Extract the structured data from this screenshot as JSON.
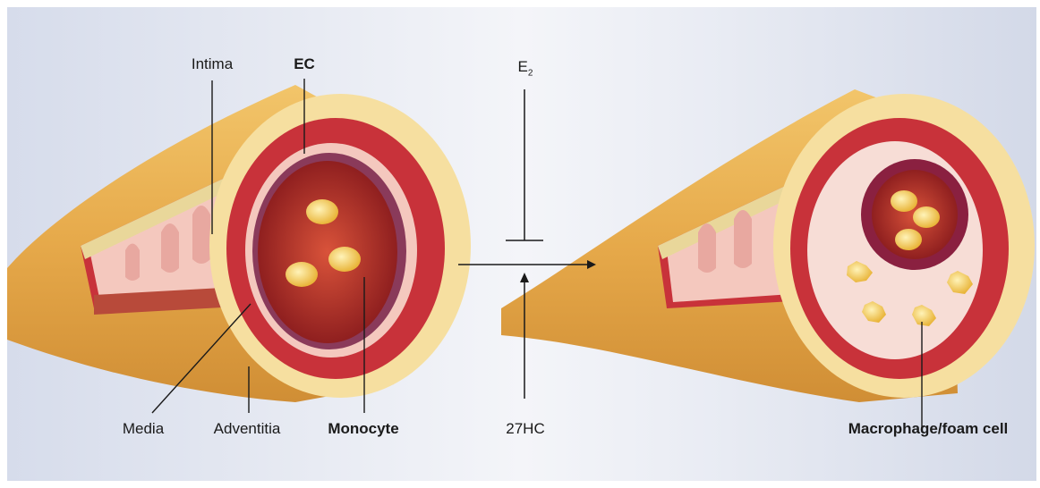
{
  "labels": {
    "intima": "Intima",
    "ec": "EC",
    "media": "Media",
    "adventitia": "Adventitia",
    "monocyte": "Monocyte",
    "e2_base": "E",
    "e2_sub": "2",
    "hc27": "27HC",
    "macrophage": "Macrophage/foam cell"
  },
  "colors": {
    "adventitia": "#e8b75a",
    "adventitia_light": "#f6dfa0",
    "media": "#c8323a",
    "intima": "#f4c8be",
    "lumen": "#b8342e",
    "cell": "#f2c94c"
  }
}
